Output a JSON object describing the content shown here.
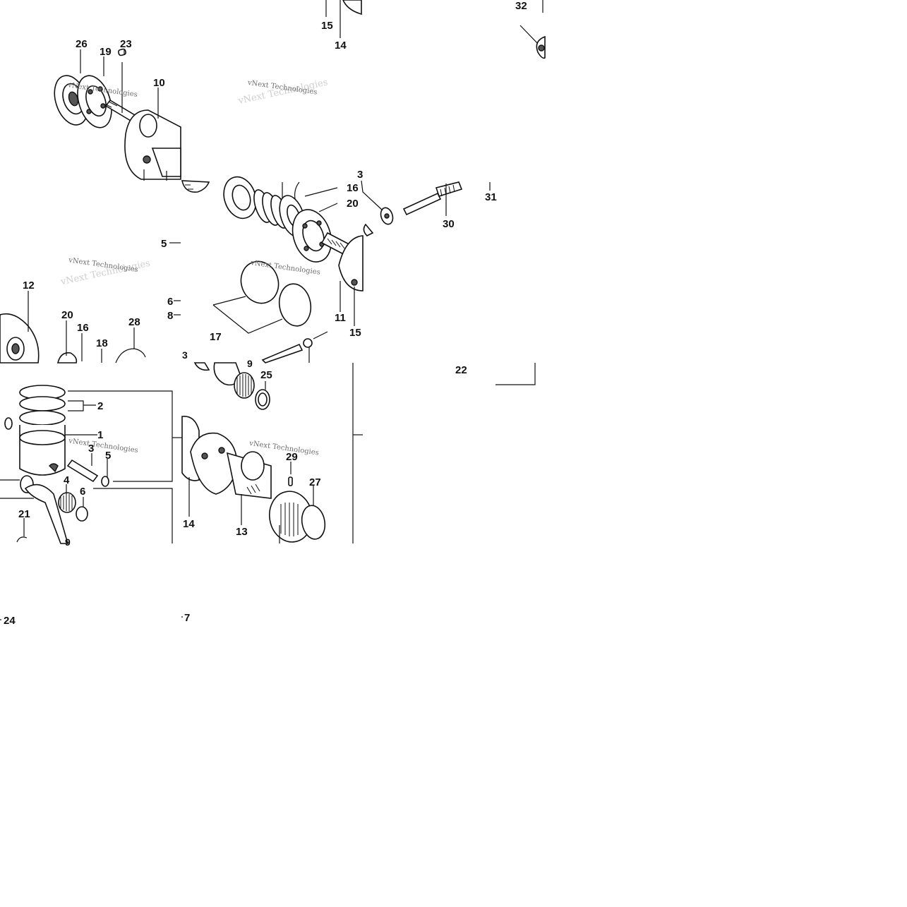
{
  "watermark": "vNext Technologies",
  "callouts": [
    {
      "id": "c15a",
      "text": "15"
    },
    {
      "id": "c14a",
      "text": "14"
    },
    {
      "id": "c32",
      "text": "32"
    },
    {
      "id": "c26",
      "text": "26"
    },
    {
      "id": "c19",
      "text": "19"
    },
    {
      "id": "c23",
      "text": "23"
    },
    {
      "id": "c10",
      "text": "10"
    },
    {
      "id": "c3a",
      "text": "3"
    },
    {
      "id": "c16a",
      "text": "16"
    },
    {
      "id": "c20a",
      "text": "20"
    },
    {
      "id": "c31",
      "text": "31"
    },
    {
      "id": "c30",
      "text": "30"
    },
    {
      "id": "c5a",
      "text": "5"
    },
    {
      "id": "c12",
      "text": "12"
    },
    {
      "id": "c6a",
      "text": "6"
    },
    {
      "id": "c8",
      "text": "8"
    },
    {
      "id": "c17",
      "text": "17"
    },
    {
      "id": "c11",
      "text": "11"
    },
    {
      "id": "c15b",
      "text": "15"
    },
    {
      "id": "c20b",
      "text": "20"
    },
    {
      "id": "c16b",
      "text": "16"
    },
    {
      "id": "c18",
      "text": "18"
    },
    {
      "id": "c28",
      "text": "28"
    },
    {
      "id": "c3b",
      "text": "3"
    },
    {
      "id": "c9a",
      "text": "9"
    },
    {
      "id": "c25",
      "text": "25"
    },
    {
      "id": "c22",
      "text": "22"
    },
    {
      "id": "c2",
      "text": "2"
    },
    {
      "id": "c1",
      "text": "1"
    },
    {
      "id": "c3c",
      "text": "3"
    },
    {
      "id": "c5b",
      "text": "5"
    },
    {
      "id": "c4",
      "text": "4"
    },
    {
      "id": "c6b",
      "text": "6"
    },
    {
      "id": "c21",
      "text": "21"
    },
    {
      "id": "c9b",
      "text": "9"
    },
    {
      "id": "c14b",
      "text": "14"
    },
    {
      "id": "c13",
      "text": "13"
    },
    {
      "id": "c29",
      "text": "29"
    },
    {
      "id": "c27",
      "text": "27"
    },
    {
      "id": "c24",
      "text": "24"
    },
    {
      "id": "c7",
      "text": "7"
    }
  ]
}
